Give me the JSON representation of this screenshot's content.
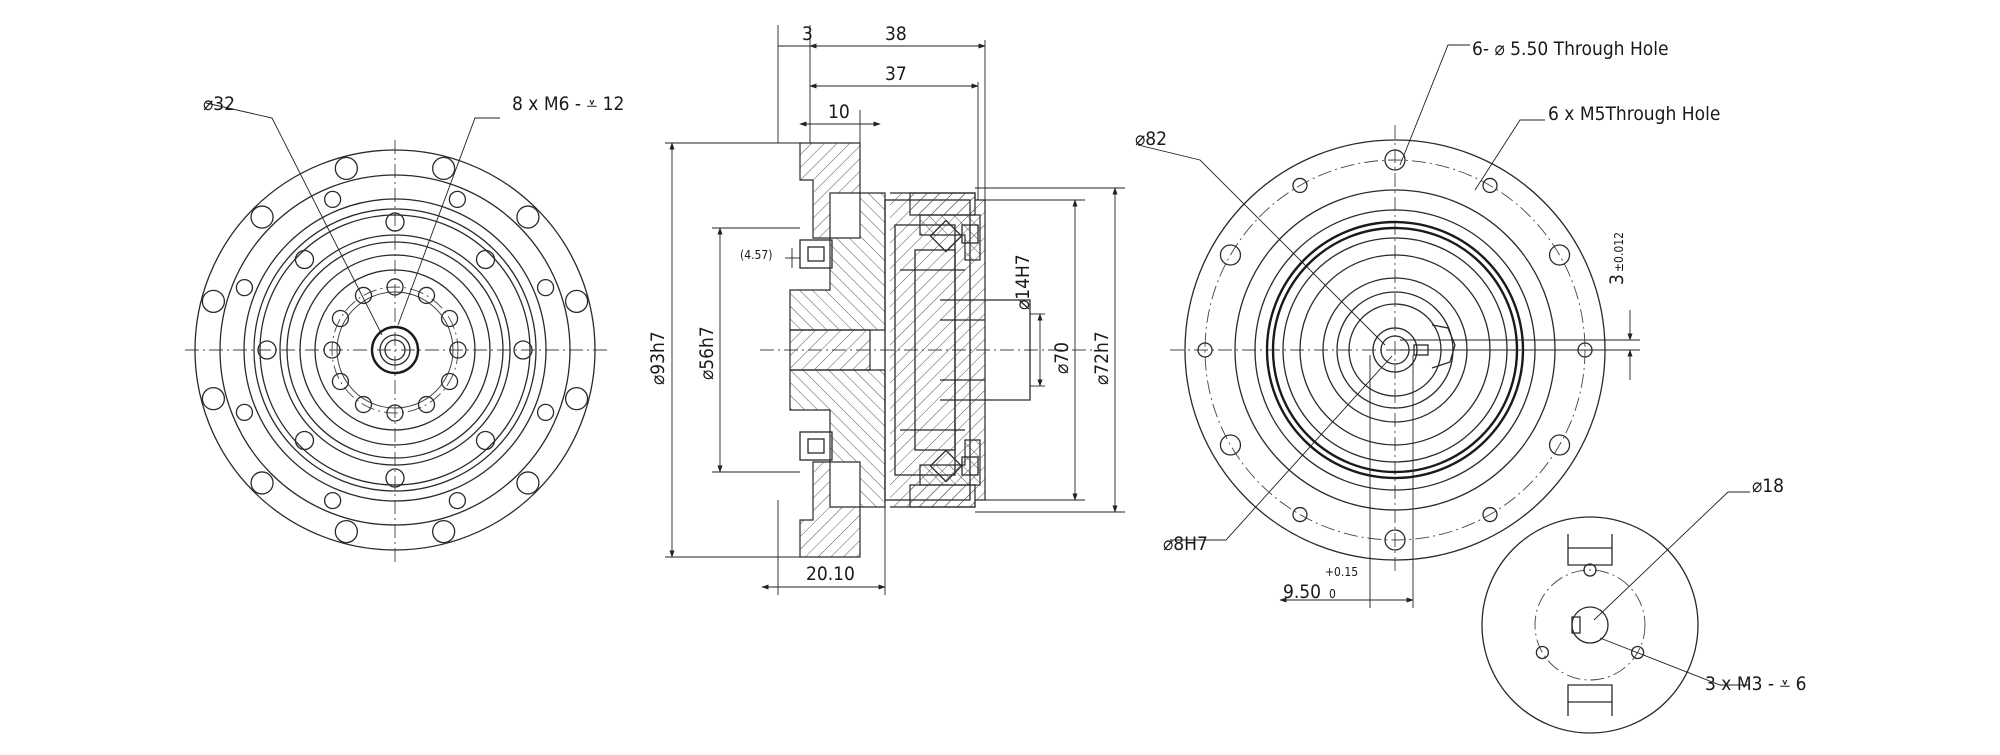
{
  "front_view": {
    "dia_32": "⌀32",
    "bolt_callout": "8 x  M6 - ⩡ 12"
  },
  "section_view": {
    "dim_3": "3",
    "dim_38": "38",
    "dim_37": "37",
    "dim_10": "10",
    "dim_457": "(4.57)",
    "dim_93h7": "⌀93h7",
    "dim_56h7": "⌀56h7",
    "dim_14h7": "⌀14H7",
    "dim_70": "⌀70",
    "dim_72h7": "⌀72h7",
    "dim_2010": "20.10"
  },
  "rear_view": {
    "dia_82": "⌀82",
    "through_hole_550": "6- ⌀ 5.50 Through Hole",
    "through_hole_m5": "6 x  M5Through Hole",
    "dim_3_tol": "3",
    "tol_0012": "±0.012",
    "dia_8h7": "⌀8H7",
    "dim_950": "9.50",
    "tol_plus": "+0.15",
    "tol_zero": "0"
  },
  "detail_view": {
    "dia_18": "⌀18",
    "m3_callout": "3 x  M3 - ⩡ 6"
  }
}
